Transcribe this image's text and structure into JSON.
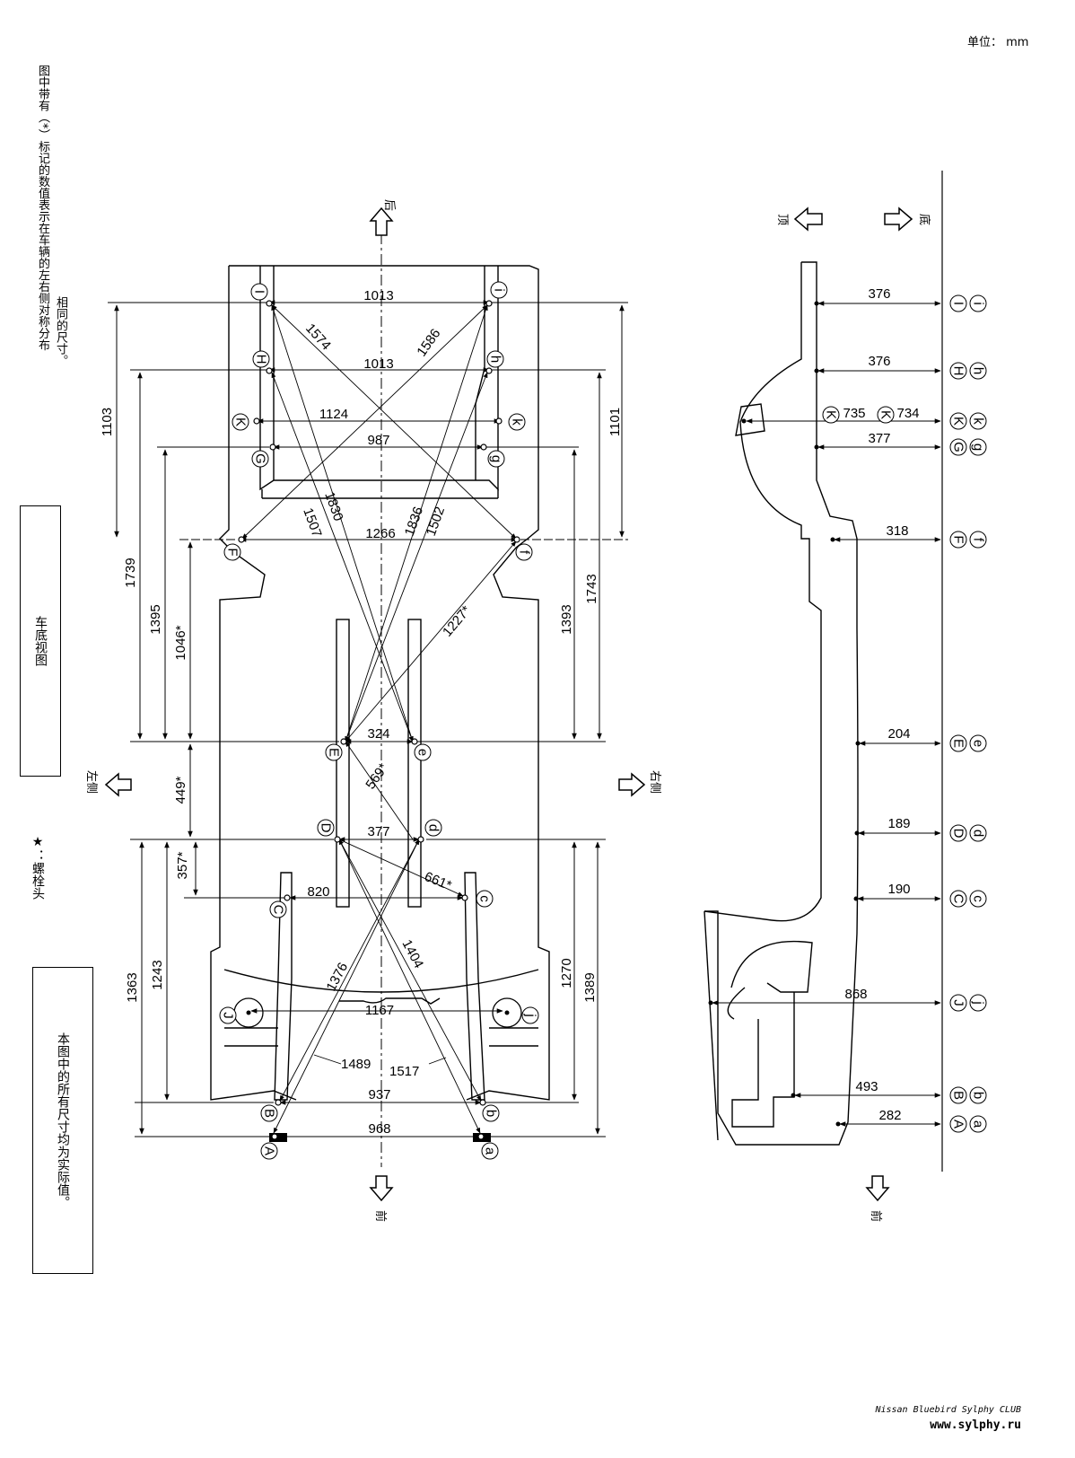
{
  "header": {
    "unit": "单位： mm"
  },
  "notes": {
    "asterisk_note_line1": "图中带有（*）标记的数值表示在车辆的左右侧对称分布",
    "asterisk_note_line2": "相同的尺寸。",
    "view_title": "车底视图",
    "bolt_note": "★：螺栓头",
    "actual_values_note": "本图中的所有尺寸均为实际值。"
  },
  "directions": {
    "rear": "后",
    "front": "前",
    "left": "左侧",
    "right": "右侧",
    "top": "顶",
    "bottom": "底"
  },
  "points": {
    "upper": [
      "I",
      "H",
      "K",
      "G",
      "F",
      "E",
      "D",
      "C",
      "J",
      "B",
      "A"
    ],
    "lower": [
      "i",
      "h",
      "k",
      "g",
      "f",
      "e",
      "d",
      "c",
      "j",
      "b",
      "a"
    ]
  },
  "plan_view_dims": {
    "widths": {
      "ii": "1013",
      "hh": "1013",
      "kk": "1124",
      "gg": "987",
      "ff": "1266",
      "ee": "324",
      "dd": "377",
      "cc": "820",
      "jj": "1167",
      "bb": "937",
      "aa": "968"
    },
    "diagonals": {
      "d1574": "1574",
      "d1586": "1586",
      "d1507": "1507",
      "d1830": "1830",
      "d1836": "1836",
      "d1502": "1502",
      "d1227": "1227*",
      "d569": "569*",
      "d661": "661*",
      "d1376": "1376",
      "d1404": "1404",
      "d1489": "1489",
      "d1517": "1517"
    },
    "left_verticals": {
      "v1103": "1103",
      "v1739": "1739",
      "v1395": "1395",
      "v1046": "1046*",
      "v449": "449*",
      "v357": "357*",
      "v1363": "1363",
      "v1243": "1243"
    },
    "right_verticals": {
      "v1101": "1101",
      "v1743": "1743",
      "v1393": "1393",
      "v1270": "1270",
      "v1389": "1389"
    }
  },
  "side_view_dims": {
    "i": "376",
    "h": "376",
    "k_left": "735",
    "k_right": "734",
    "g": "377",
    "f": "318",
    "e": "204",
    "d": "189",
    "c": "190",
    "j": "868",
    "b": "493",
    "a": "282"
  },
  "footer": {
    "club": "Nissan Bluebird Sylphy CLUB",
    "site": "www.sylphy.ru"
  }
}
